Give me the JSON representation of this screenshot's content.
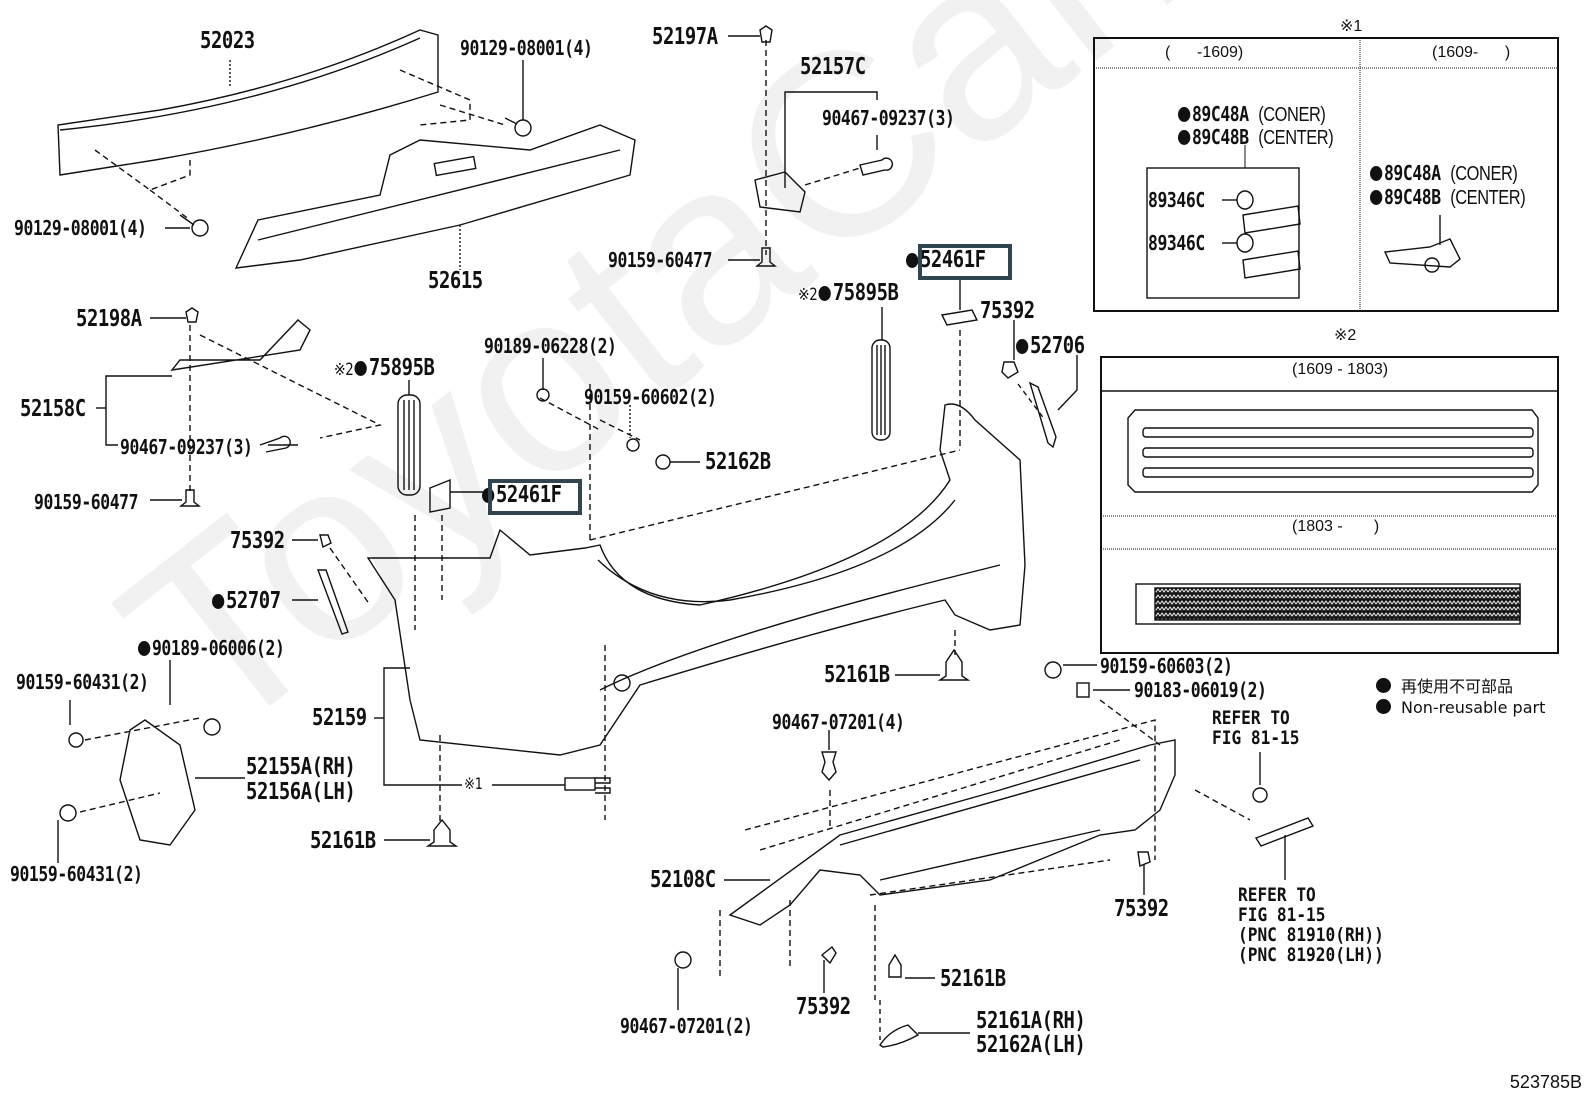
{
  "diagram": {
    "title": "Rear Bumper & Reinforcement Parts Diagram",
    "document_number": "523785B",
    "watermark": "ToyotaCarMe.ru",
    "parts": {
      "reinforcement": "52023",
      "bolt_upper_right": "90129-08001(4)",
      "bolt_lower_left": "90129-08001(4)",
      "absorber": "52615",
      "clip_top": "52197A",
      "retainer_right": "52157C",
      "screw_right": "90467-09237(3)",
      "bolt_right_top": "90159-60477",
      "spacer_right": "52461F",
      "reflector_pad_right": "75895B",
      "clip_75392_right": "75392",
      "garnish_right": "52706",
      "clip_52198A": "52198A",
      "retainer_left": "52158C",
      "screw_left": "90467-09237(3)",
      "bolt_left": "90159-60477",
      "reflector_pad_left": "75895B",
      "spacer_left": "52461F",
      "nut_90189_06228": "90189-06228(2)",
      "bolt_90159_60602": "90159-60602(2)",
      "cap_52162B": "52162B",
      "clip_75392_left": "75392",
      "garnish_left": "52707",
      "nut_90189_06006": "90189-06006(2)",
      "bolt_90159_60431_top": "90159-60431(2)",
      "bolt_90159_60431_bottom": "90159-60431(2)",
      "cover": "52159",
      "side_retainer_rh": "52155A(RH)",
      "side_retainer_lh": "52156A(LH)",
      "note_1_marker": "※1",
      "clip_52161B_left": "52161B",
      "clip_52161B_center": "52161B",
      "clip_52161B_bottom": "52161B",
      "bolt_90159_60603": "90159-60603(2)",
      "nut_90183_06019": "90183-06019(2)",
      "screw_90467_07201_top": "90467-07201(4)",
      "lower_cover": "52108C",
      "screw_90467_07201_bottom": "90467-07201(2)",
      "clip_75392_bottom": "75392",
      "clip_75392_lower_right": "75392",
      "cap_rh": "52161A(RH)",
      "cap_lh": "52162A(LH)"
    },
    "marks": {
      "note2_prefix": "※2",
      "non_reusable_dot": "●"
    },
    "refer_upper": "REFER TO\nFIG 81-15",
    "refer_lower": "REFER TO\nFIG 81-15\n(PNC 81910(RH))\n(PNC 81920(LH))"
  },
  "panel1": {
    "marker": "※1",
    "col1_header": "(      -1609)",
    "col2_header": "(1609-      )",
    "col1_part_a": "89C48A",
    "col1_part_a_note": "(CONER)",
    "col1_part_b": "89C48B",
    "col1_part_b_note": "(CENTER)",
    "col1_sub_1": "89346C",
    "col1_sub_2": "89346C",
    "col2_part_a": "89C48A",
    "col2_part_a_note": "(CONER)",
    "col2_part_b": "89C48B",
    "col2_part_b_note": "(CENTER)"
  },
  "panel2": {
    "marker": "※2",
    "row1_header": "(1609 - 1803)",
    "row2_header": "(1803 -       )"
  },
  "legend": {
    "jp": "再使用不可部品",
    "en": "Non-reusable part"
  }
}
